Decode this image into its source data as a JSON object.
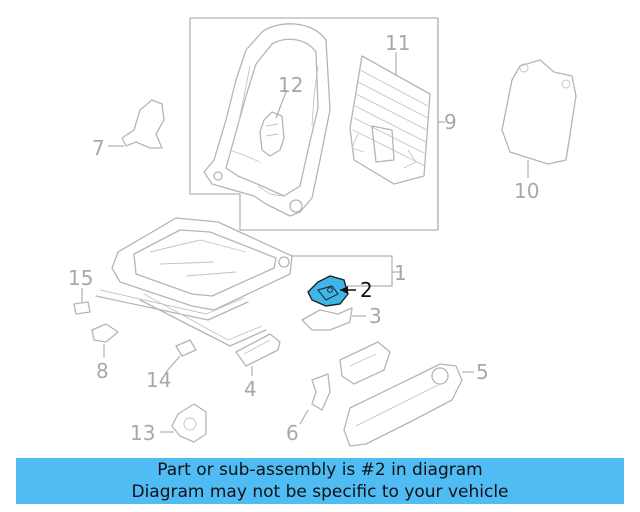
{
  "callouts": {
    "c1": "1",
    "c2": "2",
    "c3": "3",
    "c4": "4",
    "c5": "5",
    "c6": "6",
    "c7": "7",
    "c8": "8",
    "c9": "9",
    "c10": "10",
    "c11": "11",
    "c12": "12",
    "c13": "13",
    "c14": "14",
    "c15": "15"
  },
  "highlight_color": "#3fb6e8",
  "banner": {
    "line1": "Part or sub-assembly is #2 in diagram",
    "line2": "Diagram may not be specific to your vehicle",
    "color": "#4fbcf3"
  }
}
